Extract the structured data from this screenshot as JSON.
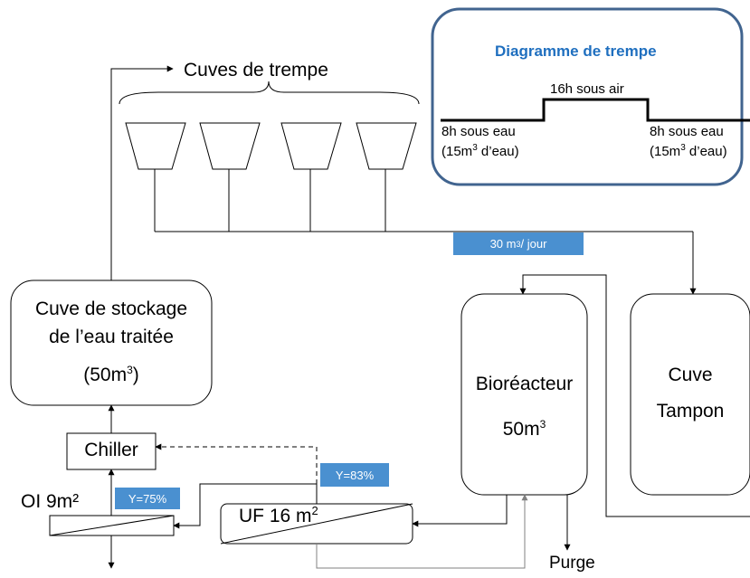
{
  "tanks_header": "Cuves de trempe",
  "storage_tank": {
    "line1": "Cuve de stockage",
    "line2": "de l’eau traitée",
    "volume_prefix": "(50m",
    "volume_sup": "3",
    "volume_suffix": ")"
  },
  "chiller": "Chiller",
  "reverse_osmosis": {
    "label": "OI 9m²",
    "yield": "Y=75%"
  },
  "ultrafiltration": {
    "label_prefix": "UF 16 m",
    "label_sup": "2",
    "yield": "Y=83%"
  },
  "bioreactor": {
    "line1": "Bioréacteur",
    "volume_prefix": "50m",
    "volume_sup": "3"
  },
  "buffer_tank": {
    "line1": "Cuve",
    "line2": "Tampon"
  },
  "purge": "Purge",
  "flow_rate": {
    "prefix": "30 m",
    "sup": "3",
    "suffix": " / jour"
  },
  "legend": {
    "title": "Diagramme de trempe",
    "air_phase": "16h sous air",
    "water_phase_left_1": "8h sous eau",
    "water_phase_left_2_prefix": "(15m",
    "water_phase_left_2_sup": "3",
    "water_phase_left_2_suffix": " d’eau)",
    "water_phase_right_1": "8h sous eau",
    "water_phase_right_2_prefix": "(15m",
    "water_phase_right_2_sup": "3",
    "water_phase_right_2_suffix": " d’eau)"
  },
  "colors": {
    "accent": "#4a90d0",
    "legend_border": "#41648f",
    "legend_title": "#1f6fbf",
    "return_line": "#808080"
  }
}
